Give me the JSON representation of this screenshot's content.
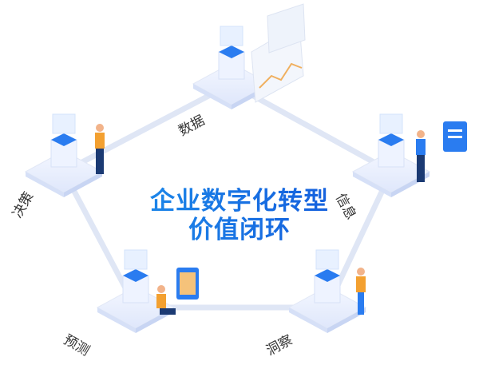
{
  "center": {
    "line1": "企业数字化转型",
    "line2": "价值闭环"
  },
  "nodes": [
    {
      "label": "数据"
    },
    {
      "label": "信息"
    },
    {
      "label": "洞察"
    },
    {
      "label": "预测"
    },
    {
      "label": "决策"
    }
  ],
  "colors": {
    "accent": "#1668e0",
    "accent_light": "#22a6f2",
    "platform": "#e9efff",
    "screen": "#2a7cf0"
  }
}
